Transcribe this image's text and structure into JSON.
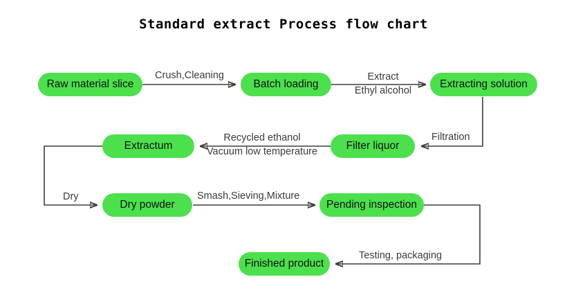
{
  "title": "Standard extract Process flow chart",
  "colors": {
    "node_fill": "#4ce04c",
    "node_text": "#111111",
    "edge_line": "#3d3d3d",
    "edge_text": "#3a3a3a",
    "background": "#ffffff"
  },
  "nodes": [
    {
      "id": "raw-material-slice",
      "label": "Raw material slice"
    },
    {
      "id": "batch-loading",
      "label": "Batch loading"
    },
    {
      "id": "extracting-solution",
      "label": "Extracting solution"
    },
    {
      "id": "filter-liquor",
      "label": "Filter liquor"
    },
    {
      "id": "extractum",
      "label": "Extractum"
    },
    {
      "id": "dry-powder",
      "label": "Dry powder"
    },
    {
      "id": "pending-inspection",
      "label": "Pending inspection"
    },
    {
      "id": "finished-product",
      "label": "Finished product"
    }
  ],
  "edges": [
    {
      "id": "crush-cleaning",
      "from": "raw-material-slice",
      "to": "batch-loading",
      "line1": "Crush,Cleaning",
      "line2": ""
    },
    {
      "id": "extract-ethanol",
      "from": "batch-loading",
      "to": "extracting-solution",
      "line1": "Extract",
      "line2": "Ethyl alcohol"
    },
    {
      "id": "filtration",
      "from": "extracting-solution",
      "to": "filter-liquor",
      "line1": "Filtration",
      "line2": ""
    },
    {
      "id": "recycled-ethanol",
      "from": "filter-liquor",
      "to": "extractum",
      "line1": "Recycled ethanol",
      "line2": "Vacuum low temperature"
    },
    {
      "id": "dry",
      "from": "extractum",
      "to": "dry-powder",
      "line1": "Dry",
      "line2": ""
    },
    {
      "id": "smash-sieving",
      "from": "dry-powder",
      "to": "pending-inspection",
      "line1": "Smash,Sieving,Mixture",
      "line2": ""
    },
    {
      "id": "testing-packaging",
      "from": "pending-inspection",
      "to": "finished-product",
      "line1": "Testing, packaging",
      "line2": ""
    }
  ]
}
